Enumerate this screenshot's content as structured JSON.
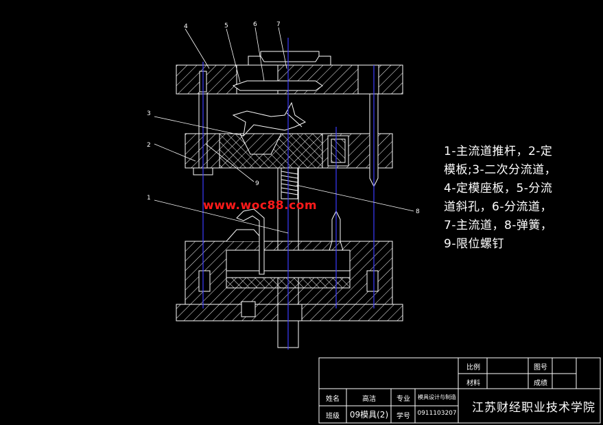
{
  "drawing": {
    "callouts": [
      "1",
      "2",
      "3",
      "4",
      "5",
      "6",
      "7",
      "8",
      "9"
    ],
    "watermark": "www.woc88.com",
    "legend_lines": [
      "1-主流道推杆，2-定",
      "模板;3-二次分流道，",
      "4-定模座板，5-分流",
      "道斜孔，6-分流道，",
      "7-主流道，8-弹簧，",
      "9-限位螺钉"
    ],
    "colors": {
      "lines": "#ffffff",
      "centerline": "#3b3bff",
      "dimension": "#ff3b3b",
      "watermark": "#ff1a1a",
      "background": "#000000"
    }
  },
  "title_block": {
    "scale_label": "比例",
    "drawing_no_label": "图号",
    "material_label": "材料",
    "grade_label": "成绩",
    "name_label": "姓名",
    "name_value": "高洁",
    "major_label": "专业",
    "major_value": "模具设计与制造",
    "class_label": "班级",
    "class_value": "09模具(2)",
    "student_id_label": "学号",
    "student_id_value": "0911103207",
    "school": "江苏财经职业技术学院"
  }
}
